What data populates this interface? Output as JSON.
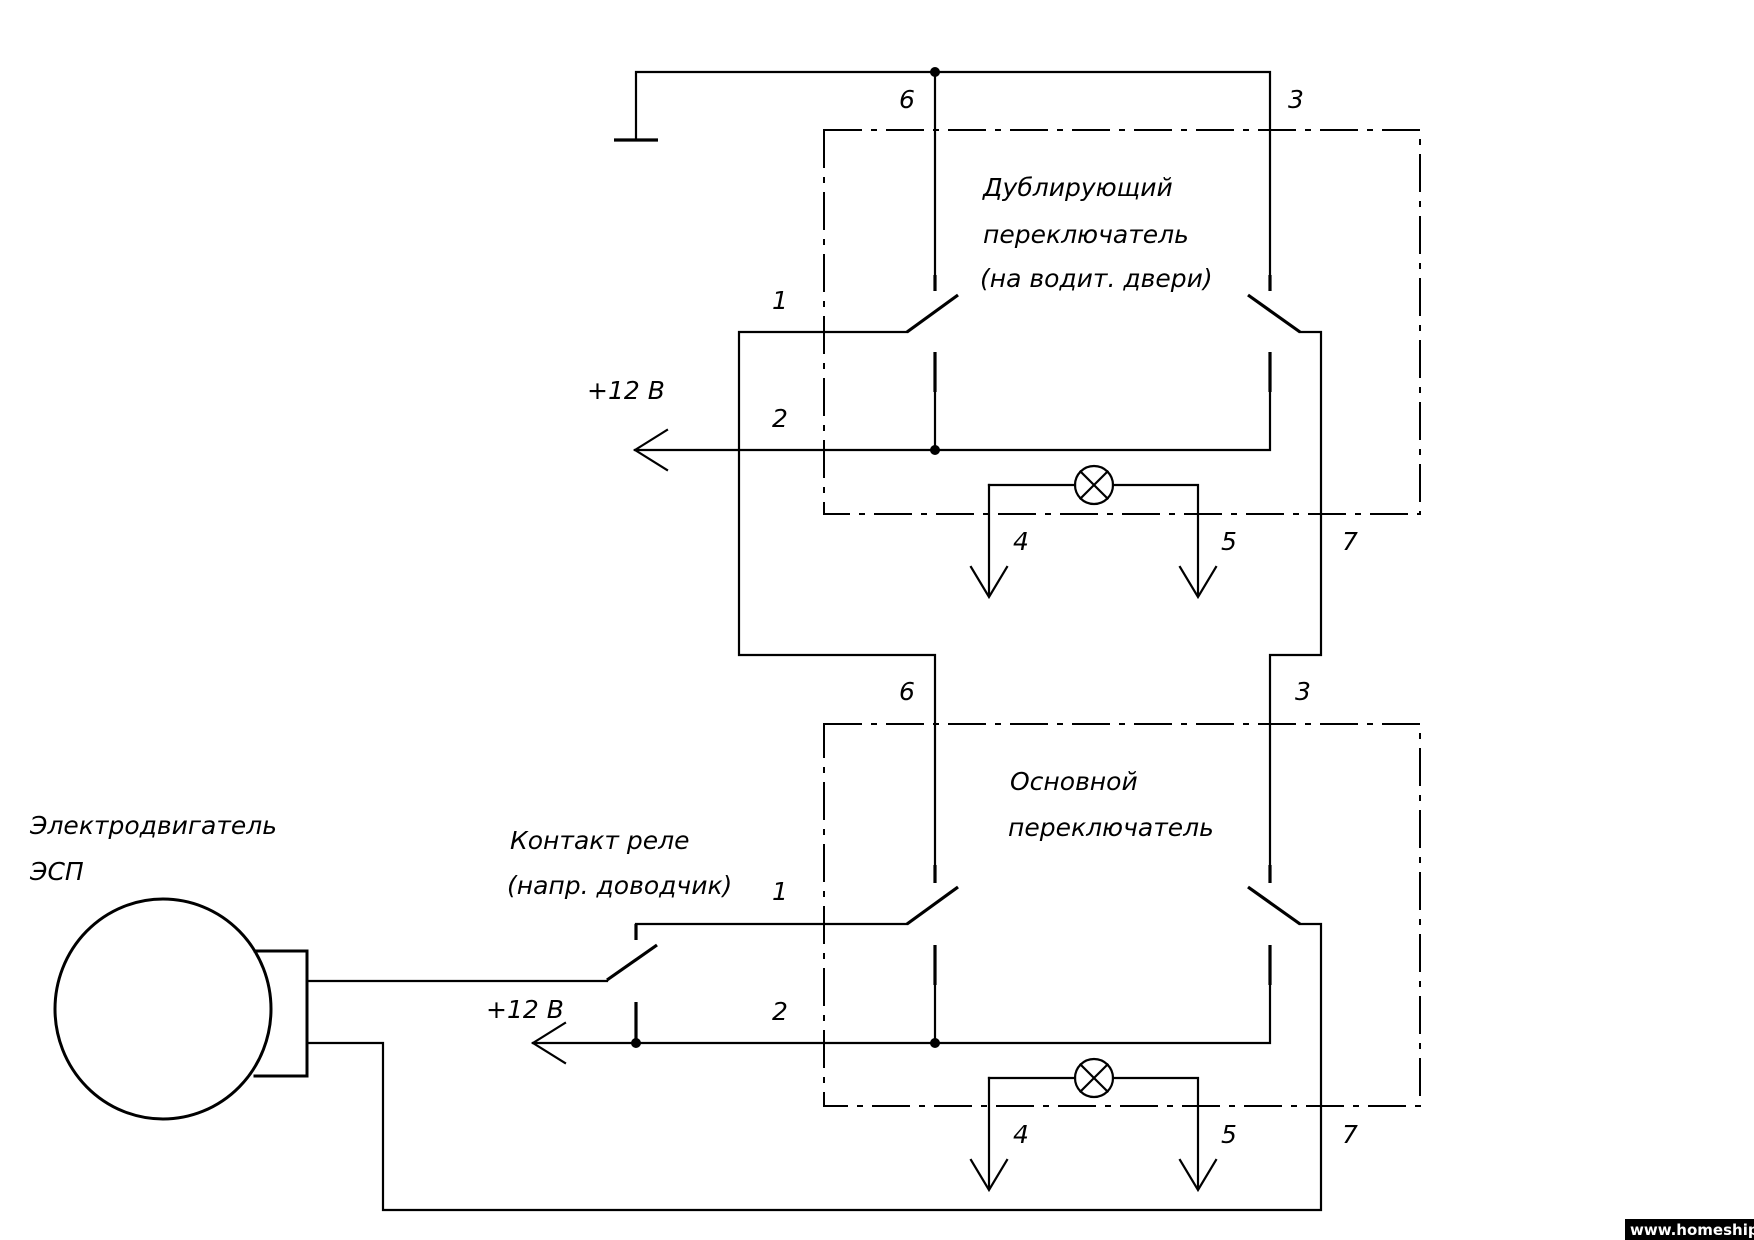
{
  "labels": {
    "dup_switch_line1": "Дублирующий",
    "dup_switch_line2": "переключатель",
    "dup_switch_line3": "(на водит. двери)",
    "main_switch_line1": "Основной",
    "main_switch_line2": "переключатель",
    "motor_line1": "Электродвигатель",
    "motor_line2": "ЭСП",
    "relay_line1": "Контакт реле",
    "relay_line2": "(напр. доводчик)",
    "supply_top": "+12 В",
    "supply_bottom": "+12 В"
  },
  "pins": {
    "top": {
      "p6": "6",
      "p3": "3",
      "p1": "1",
      "p2": "2",
      "p4": "4",
      "p5": "5",
      "p7": "7"
    },
    "bottom": {
      "p6": "6",
      "p3": "3",
      "p1": "1",
      "p2": "2",
      "p4": "4",
      "p5": "5",
      "p7": "7"
    }
  },
  "watermark": "www.homeship.ru"
}
